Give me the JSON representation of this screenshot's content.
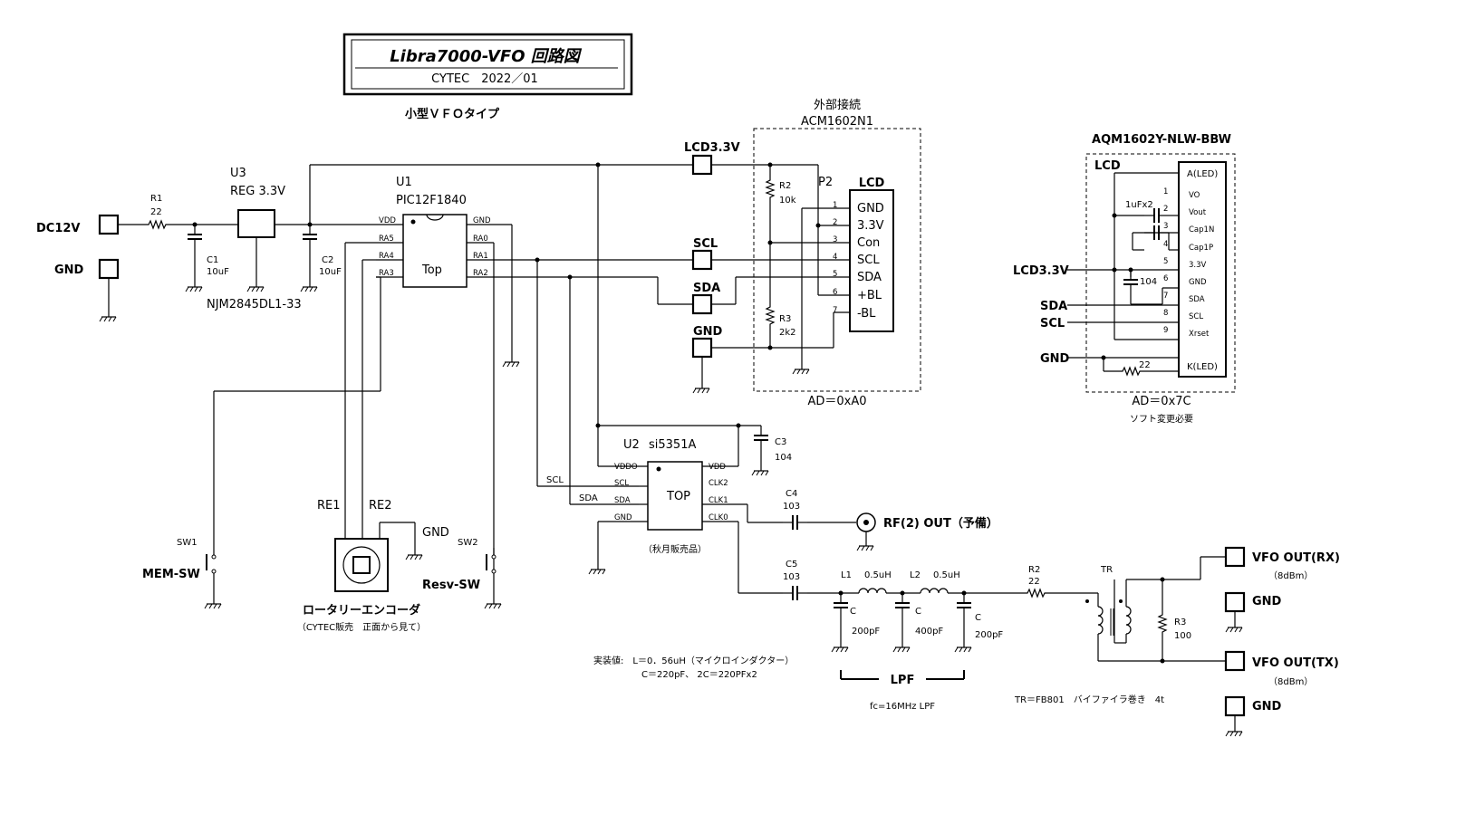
{
  "title": {
    "main": "Libra7000-VFO 回路図",
    "sub": "CYTEC　2022／01",
    "type": "小型ＶＦＯタイプ"
  },
  "input": {
    "dc12v": "DC12V",
    "gnd": "GND",
    "r1": "R1",
    "r1_value": "22",
    "c1": "C1",
    "c1_value": "10uF"
  },
  "regulator": {
    "ref": "U3",
    "name": "REG 3.3V",
    "part": "NJM2845DL1-33",
    "c2": "C2",
    "c2_value": "10uF"
  },
  "mcu": {
    "ref": "U1",
    "part": "PIC12F1840",
    "top_label": "Top",
    "pins": [
      "VDD",
      "RA5",
      "RA4",
      "RA3",
      "GND",
      "RA0",
      "RA1",
      "RA2"
    ]
  },
  "connectors": {
    "lcd33": "LCD3.3V",
    "scl": "SCL",
    "sda": "SDA",
    "gnd": "GND"
  },
  "lcd1": {
    "header": "外部接続",
    "part": "ACM1602N1",
    "ref": "P2",
    "name": "LCD",
    "pins": [
      "GND",
      "3.3V",
      "Con",
      "SCL",
      "SDA",
      "+BL",
      "-BL"
    ],
    "pin_numbers": [
      "1",
      "2",
      "3",
      "4",
      "5",
      "6",
      "7"
    ],
    "r2": "R2",
    "r2_value": "10k",
    "r3": "R3",
    "r3_value": "2k2",
    "address": "AD＝0xA0"
  },
  "lcd2": {
    "part": "AQM1602Y-NLW-BBW",
    "name": "LCD",
    "pins": [
      "A(LED)",
      "VO",
      "Vout",
      "Cap1N",
      "Cap1P",
      "3.3V",
      "GND",
      "SDA",
      "SCL",
      "Xrset",
      "K(LED)"
    ],
    "pin_numbers": [
      "",
      "1",
      "2",
      "3",
      "4",
      "5",
      "6",
      "7",
      "8",
      "9",
      ""
    ],
    "cap_label": "1uFx2",
    "c104": "104",
    "r22": "22",
    "lcd33": "LCD3.3V",
    "sda": "SDA",
    "scl": "SCL",
    "gnd": "GND",
    "address": "AD＝0x7C",
    "note": "ソフト変更必要"
  },
  "synth": {
    "ref": "U2",
    "part": "si5351A",
    "top_label": "TOP",
    "pins": [
      "VDDO",
      "SCL",
      "SDA",
      "GND",
      "VDD",
      "CLK2",
      "CLK1",
      "CLK0"
    ],
    "note": "（秋月販売品）",
    "scl_net": "SCL",
    "sda_net": "SDA",
    "c3": "C3",
    "c3_value": "104",
    "c4": "C4",
    "c4_value": "103",
    "rf_out": "RF(2) OUT（予備）"
  },
  "encoder": {
    "re1": "RE1",
    "re2": "RE2",
    "gnd": "GND",
    "name": "ロータリーエンコーダ",
    "note": "（CYTEC販売　正面から見て）"
  },
  "switches": {
    "sw1": "SW1",
    "sw1_name": "MEM-SW",
    "sw2": "SW2",
    "sw2_name": "Resv-SW"
  },
  "filter": {
    "c5": "C5",
    "c5_value": "103",
    "l1": "L1",
    "l1_value": "0.5uH",
    "l2": "L2",
    "l2_value": "0.5uH",
    "c_a": "C",
    "c_a_value": "200pF",
    "c_b": "C",
    "c_b_value": "400pF",
    "c_c": "C",
    "c_c_value": "200pF",
    "lpf": "LPF",
    "fc": "fc=16MHz LPF",
    "impl_line1": "実装値:　L＝0．56uH（マイクロインダクター）",
    "impl_line2": "C＝220pF、 2C＝220PFx2"
  },
  "output": {
    "r2": "R2",
    "r2_value": "22",
    "tr": "TR",
    "r3": "R3",
    "r3_value": "100",
    "rx": "VFO OUT(RX)",
    "rx_level": "（8dBm）",
    "tx": "VFO OUT(TX)",
    "tx_level": "（8dBm）",
    "gnd1": "GND",
    "gnd2": "GND",
    "tr_note": "TR＝FB801　バイファイラ巻き　4t"
  },
  "icons": [
    "ground-icon",
    "resistor-icon",
    "capacitor-icon",
    "inductor-icon",
    "transformer-icon",
    "switch-icon",
    "bnc-connector-icon",
    "pad-connector-icon"
  ]
}
